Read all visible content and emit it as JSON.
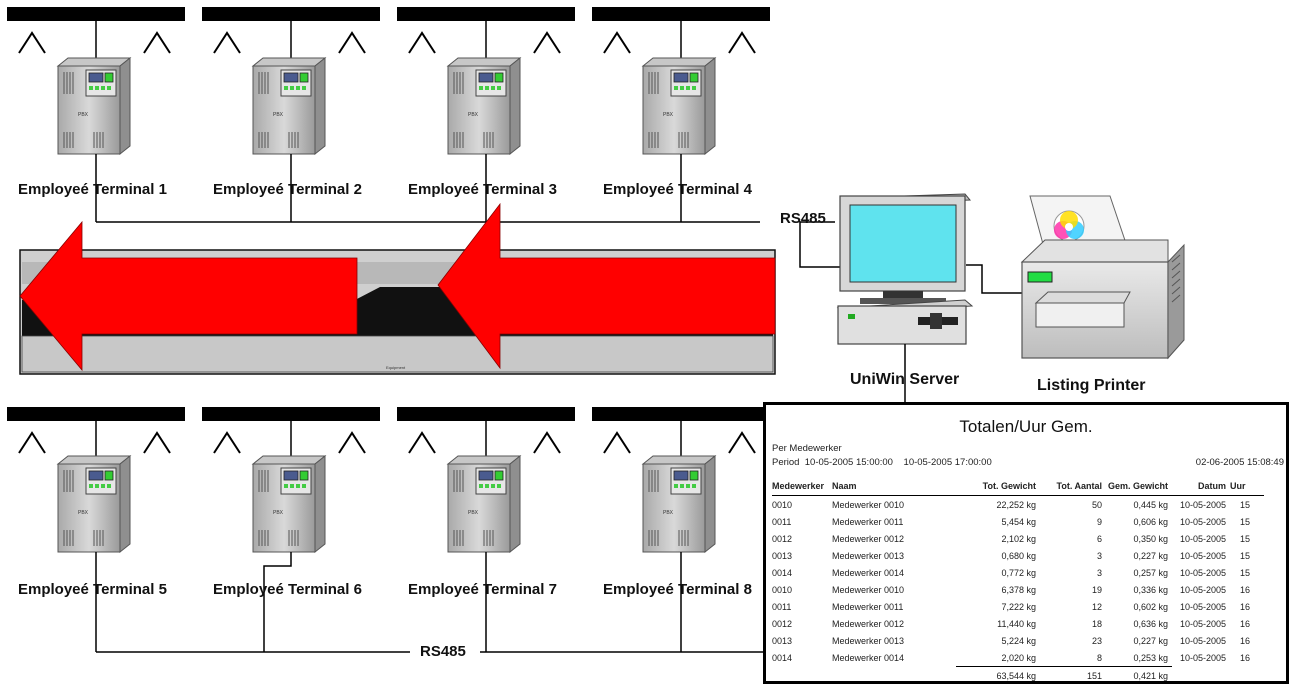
{
  "terminals_top": [
    {
      "label": "Employeé Terminal 1"
    },
    {
      "label": "Employeé Terminal 2"
    },
    {
      "label": "Employeé Terminal 3"
    },
    {
      "label": "Employeé Terminal 4"
    }
  ],
  "terminals_bottom": [
    {
      "label": "Employeé Terminal 5"
    },
    {
      "label": "Employeé Terminal 6"
    },
    {
      "label": "Employeé Terminal 7"
    },
    {
      "label": "Employeé Terminal 8"
    }
  ],
  "terminal_badge": "PBX",
  "bus_top_label": "RS485",
  "bus_bottom_label": "RS485",
  "server_label": "UniWin Server",
  "printer_label": "Listing Printer",
  "conveyor_label": "Equipment",
  "colors": {
    "arrow": "#ff0000",
    "belt": "#111111",
    "belt_frame": "#cfcfcf",
    "monitor_screen": "#5fe3ee"
  },
  "report": {
    "title": "Totalen/Uur Gem.",
    "subtitle": "Per Medewerker",
    "period_label": "Period",
    "period_from": "10-05-2005 15:00:00",
    "period_to": "10-05-2005 17:00:00",
    "printed": "02-06-2005 15:08:49",
    "columns": [
      "Medewerker",
      "Naam",
      "Tot. Gewicht",
      "Tot. Aantal",
      "Gem. Gewicht",
      "Datum",
      "Uur"
    ],
    "rows": [
      [
        "0010",
        "Medewerker 0010",
        "22,252 kg",
        "50",
        "0,445 kg",
        "10-05-2005",
        "15"
      ],
      [
        "0011",
        "Medewerker 0011",
        "5,454 kg",
        "9",
        "0,606 kg",
        "10-05-2005",
        "15"
      ],
      [
        "0012",
        "Medewerker 0012",
        "2,102 kg",
        "6",
        "0,350 kg",
        "10-05-2005",
        "15"
      ],
      [
        "0013",
        "Medewerker 0013",
        "0,680 kg",
        "3",
        "0,227 kg",
        "10-05-2005",
        "15"
      ],
      [
        "0014",
        "Medewerker 0014",
        "0,772 kg",
        "3",
        "0,257 kg",
        "10-05-2005",
        "15"
      ],
      [
        "0010",
        "Medewerker 0010",
        "6,378 kg",
        "19",
        "0,336 kg",
        "10-05-2005",
        "16"
      ],
      [
        "0011",
        "Medewerker 0011",
        "7,222 kg",
        "12",
        "0,602 kg",
        "10-05-2005",
        "16"
      ],
      [
        "0012",
        "Medewerker 0012",
        "11,440 kg",
        "18",
        "0,636 kg",
        "10-05-2005",
        "16"
      ],
      [
        "0013",
        "Medewerker 0013",
        "5,224 kg",
        "23",
        "0,227 kg",
        "10-05-2005",
        "16"
      ],
      [
        "0014",
        "Medewerker 0014",
        "2,020 kg",
        "8",
        "0,253 kg",
        "10-05-2005",
        "16"
      ]
    ],
    "totals": [
      "63,544 kg",
      "151",
      "0,421 kg"
    ]
  }
}
